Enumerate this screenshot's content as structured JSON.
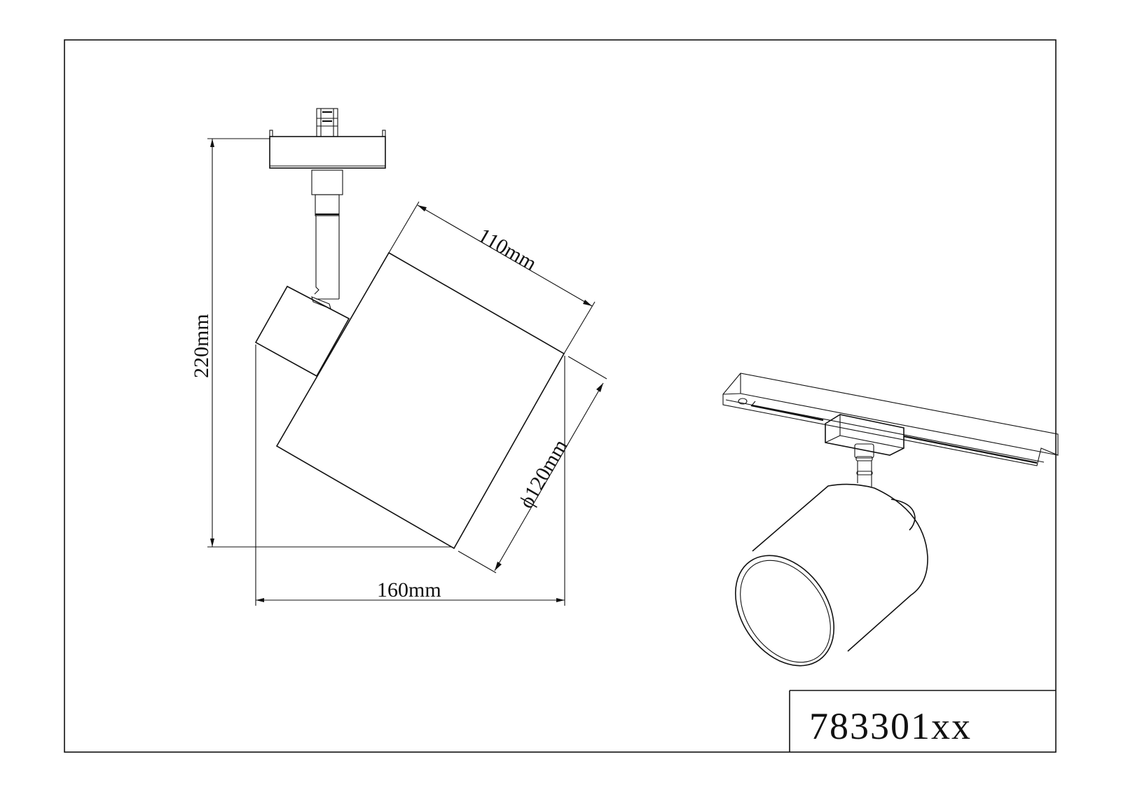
{
  "drawing": {
    "product_code": "783301xx",
    "dimensions": {
      "height": "220mm",
      "width": "160mm",
      "head_length": "110mm",
      "head_diameter": "ϕ120mm"
    }
  },
  "colors": {
    "line": "#111111",
    "background": "#ffffff"
  }
}
